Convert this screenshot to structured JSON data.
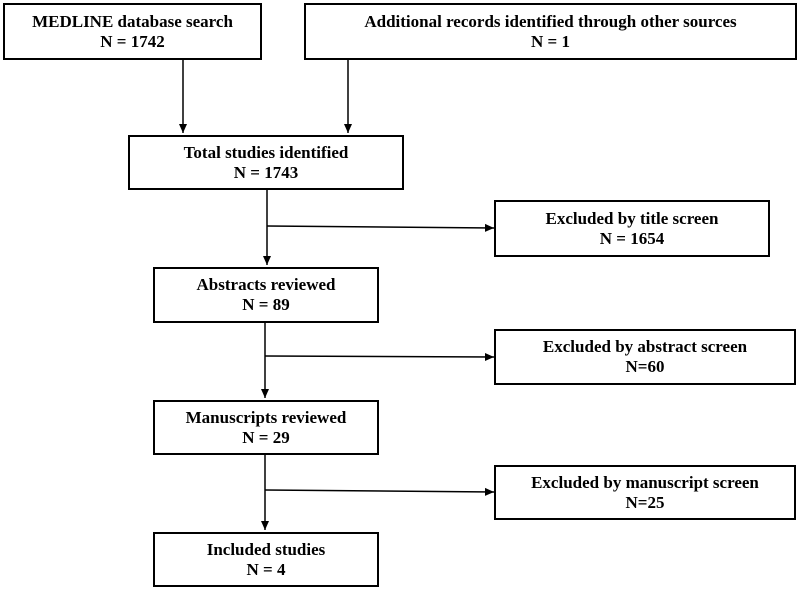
{
  "boxes": {
    "medline": {
      "title": "MEDLINE database search",
      "count": "N = 1742"
    },
    "additional": {
      "title": "Additional records identified through other sources",
      "count": "N = 1"
    },
    "total": {
      "title": "Total studies identified",
      "count": "N = 1743"
    },
    "excluded_title": {
      "title": "Excluded by title screen",
      "count": "N = 1654"
    },
    "abstracts": {
      "title": "Abstracts reviewed",
      "count": "N = 89"
    },
    "excluded_abstract": {
      "title": "Excluded by abstract screen",
      "count": "N=60"
    },
    "manuscripts": {
      "title": "Manuscripts reviewed",
      "count": "N = 29"
    },
    "excluded_manuscript": {
      "title": "Excluded by manuscript screen",
      "count": "N=25"
    },
    "included": {
      "title": "Included studies",
      "count": "N = 4"
    }
  }
}
